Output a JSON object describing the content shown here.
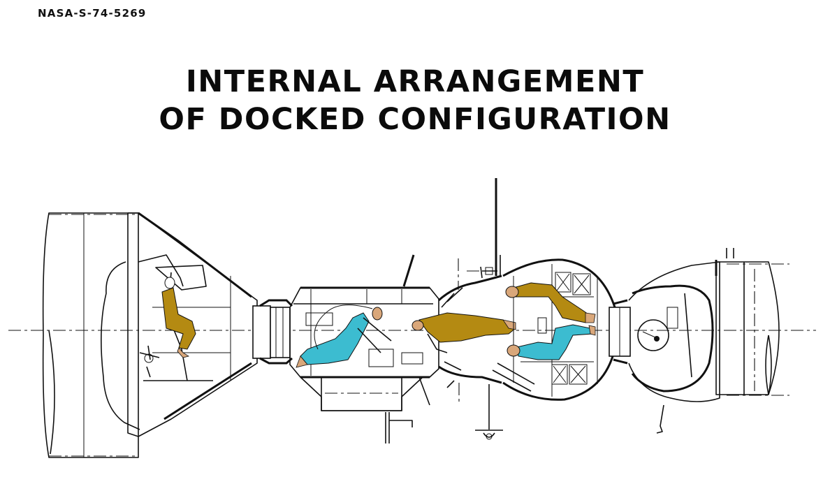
{
  "document": {
    "id": "NASA-S-74-5269",
    "title_lines": [
      "INTERNAL ARRANGEMENT",
      "OF DOCKED CONFIGURATION"
    ]
  },
  "diagram": {
    "subject": "Apollo-Soyuz docked spacecraft internal arrangement (side cutaway)",
    "modules_left_to_right": [
      "Apollo service module (partial)",
      "Apollo command module",
      "Docking module",
      "Soyuz orbital module",
      "Soyuz descent module",
      "Soyuz instrument module (partial)"
    ],
    "crew_figures": [
      {
        "location": "Apollo command module",
        "suit_color": "#b48a12",
        "pose": "seated"
      },
      {
        "location": "Docking module",
        "suit_color": "#3cbcd0",
        "pose": "kneeling, reaching forward"
      },
      {
        "location": "Docking module / orbital module hatch",
        "suit_color": "#b48a12",
        "pose": "floating horizontal"
      },
      {
        "location": "Soyuz orbital module (upper)",
        "suit_color": "#b48a12",
        "pose": "floating, knees bent"
      },
      {
        "location": "Soyuz orbital module (lower)",
        "suit_color": "#3cbcd0",
        "pose": "reclined, knees bent"
      }
    ],
    "colors": {
      "line": "#111111",
      "background": "#ffffff",
      "ochre_suit": "#b48a12",
      "cyan_suit": "#3cbcd0",
      "skin": "#d9a77a"
    }
  }
}
